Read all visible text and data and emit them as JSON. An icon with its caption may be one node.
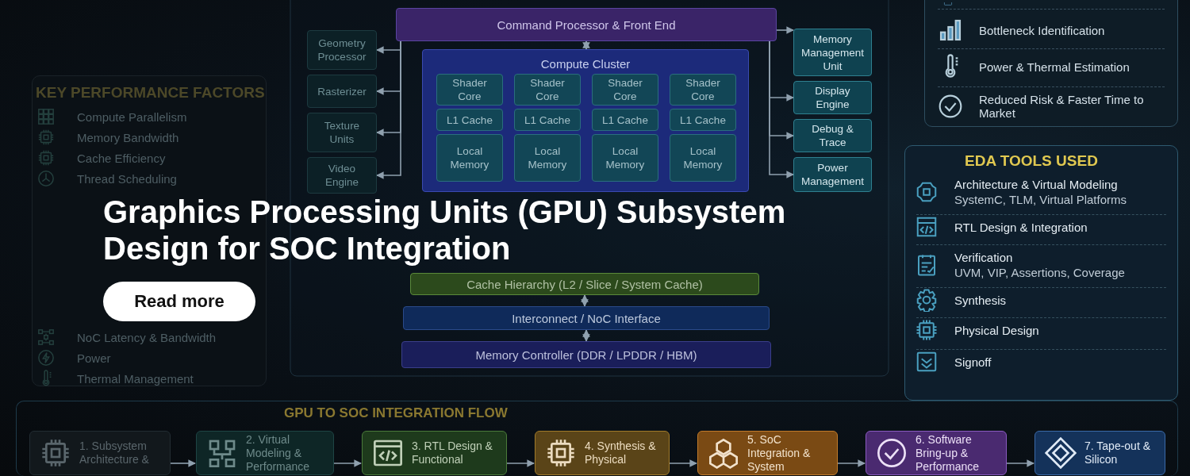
{
  "diagram": {
    "title": "Graphics Processing Units (GPU) Subsystem Design for SOC Integration",
    "nodes": [
      {
        "text": [
          "Command Processor & Front End"
        ]
      },
      {
        "text": [
          "Geometry Processor"
        ]
      },
      {
        "text": [
          "Rasterizer"
        ]
      },
      {
        "text": [
          "Texture Units"
        ]
      },
      {
        "text": [
          "Video Engine"
        ]
      },
      {
        "text": [
          "Compute Cluster"
        ]
      },
      {
        "text": [
          "Shader Core"
        ],
        "in": 5
      },
      {
        "text": [
          "Shader Core"
        ],
        "in": 5
      },
      {
        "text": [
          "Shader Core"
        ],
        "in": 5
      },
      {
        "text": [
          "Shader Core"
        ],
        "in": 5
      },
      {
        "text": [
          "L1 Cache"
        ],
        "in": 5
      },
      {
        "text": [
          "L1 Cache"
        ],
        "in": 5
      },
      {
        "text": [
          "L1 Cache"
        ],
        "in": 5
      },
      {
        "text": [
          "L1 Cache"
        ],
        "in": 5
      },
      {
        "text": [
          "Local Memory"
        ],
        "in": 5
      },
      {
        "text": [
          "Local Memory"
        ],
        "in": 5
      },
      {
        "text": [
          "Local Memory"
        ],
        "in": 5
      },
      {
        "text": [
          "Local Memory"
        ],
        "in": 5
      },
      {
        "text": [
          "Memory Management Unit"
        ]
      },
      {
        "text": [
          "Display Engine"
        ]
      },
      {
        "text": [
          "Debug & Trace"
        ]
      },
      {
        "text": [
          "Power Management"
        ]
      },
      {
        "text": [
          "Cache Hierarchy (L2 / Slice / System Cache)"
        ]
      },
      {
        "text": [
          "Interconnect / NoC Interface"
        ]
      },
      {
        "text": [
          "Memory Controller (DDR / LPDDR / HBM)"
        ]
      },
      {
        "text": [
          "KEY PERFORMANCE FACTORS",
          "Compute Parallelism",
          "Memory Bandwidth",
          "Cache Efficiency",
          "Thread Scheduling",
          "NoC Latency & Bandwidth",
          "Power",
          "Thermal Management"
        ]
      },
      {
        "text": [
          "Bottleneck Identification",
          "Power & Thermal Estimation",
          "Reduced Risk & Faster Time to Market"
        ]
      },
      {
        "text": [
          "EDA TOOLS USED",
          "Architecture & Virtual Modeling",
          "SystemC, TLM, Virtual Platforms",
          "RTL Design & Integration",
          "Verification",
          "UVM, VIP, Assertions, Coverage",
          "Synthesis",
          "Physical Design",
          "Signoff"
        ]
      },
      {
        "text": [
          "GPU TO SOC INTEGRATION FLOW"
        ]
      },
      {
        "text": [
          "1. Subsystem Architecture &"
        ],
        "in": 28
      },
      {
        "text": [
          "2. Virtual Modeling & Performance"
        ],
        "in": 28
      },
      {
        "text": [
          "3. RTL Design & Functional"
        ],
        "in": 28
      },
      {
        "text": [
          "4. Synthesis & Physical"
        ],
        "in": 28
      },
      {
        "text": [
          "5. SoC Integration & System"
        ],
        "in": 28
      },
      {
        "text": [
          "6. Software Bring-up & Performance"
        ],
        "in": 28
      },
      {
        "text": [
          "7. Tape-out & Silicon"
        ],
        "in": 28
      }
    ],
    "edges": [
      {
        "from": 0,
        "to": 1,
        "arrow": "to"
      },
      {
        "from": 0,
        "to": 2,
        "arrow": "to"
      },
      {
        "from": 0,
        "to": 3,
        "arrow": "to"
      },
      {
        "from": 0,
        "to": 4,
        "arrow": "to"
      },
      {
        "from": 0,
        "to": 5,
        "arrow": "both"
      },
      {
        "from": 0,
        "to": 18,
        "arrow": "to"
      },
      {
        "from": 0,
        "to": 19,
        "arrow": "to"
      },
      {
        "from": 0,
        "to": 20,
        "arrow": "to"
      },
      {
        "from": 0,
        "to": 21,
        "arrow": "to"
      },
      {
        "from": 22,
        "to": 23,
        "arrow": "both"
      },
      {
        "from": 23,
        "to": 24,
        "arrow": "both"
      },
      {
        "from": 29,
        "to": 30,
        "arrow": "to"
      },
      {
        "from": 30,
        "to": 31,
        "arrow": "to"
      },
      {
        "from": 31,
        "to": 32,
        "arrow": "to"
      },
      {
        "from": 32,
        "to": 33,
        "arrow": "to"
      },
      {
        "from": 33,
        "to": 34,
        "arrow": "to"
      },
      {
        "from": 34,
        "to": 35,
        "arrow": "to"
      }
    ],
    "labels": [
      "Read more"
    ]
  }
}
